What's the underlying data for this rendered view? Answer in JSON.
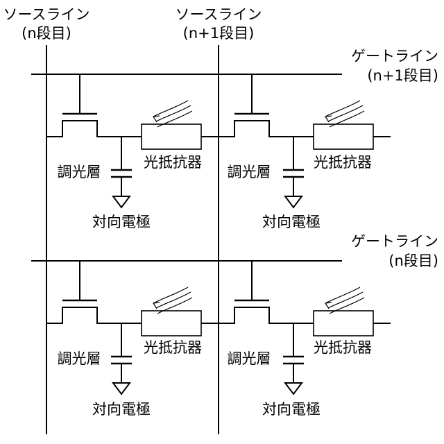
{
  "source_lines": [
    {
      "name": "ソースライン",
      "stage": "(n段目)"
    },
    {
      "name": "ソースライン",
      "stage": "(n+1段目)"
    }
  ],
  "gate_lines": [
    {
      "name": "ゲートライン",
      "stage": "(n+1段目)"
    },
    {
      "name": "ゲートライン",
      "stage": "(n段目)"
    }
  ],
  "pixel_labels": {
    "photoresistor": "光抵抗器",
    "light_modulation_layer": "調光層",
    "counter_electrode": "対向電極"
  },
  "colors": {
    "line": "#000000",
    "background": "#ffffff"
  }
}
